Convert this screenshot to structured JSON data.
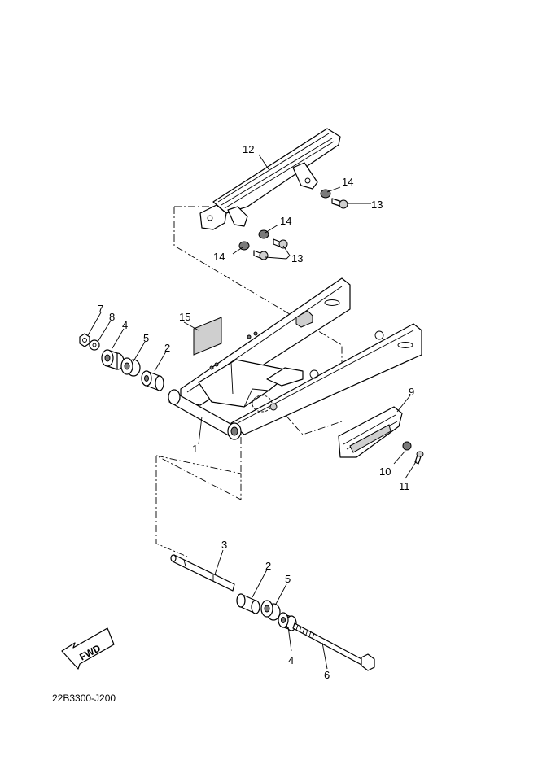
{
  "callouts": {
    "c1": "1",
    "c2a": "2",
    "c2b": "2",
    "c3": "3",
    "c4a": "4",
    "c4b": "4",
    "c5a": "5",
    "c5b": "5",
    "c6": "6",
    "c7": "7",
    "c8": "8",
    "c9": "9",
    "c10": "10",
    "c11": "11",
    "c12": "12",
    "c13a": "13",
    "c13b": "13",
    "c14a": "14",
    "c14b": "14",
    "c14c": "14",
    "c15": "15"
  },
  "fwd_label": "FWD",
  "diagram_code": "22B3300-J200"
}
